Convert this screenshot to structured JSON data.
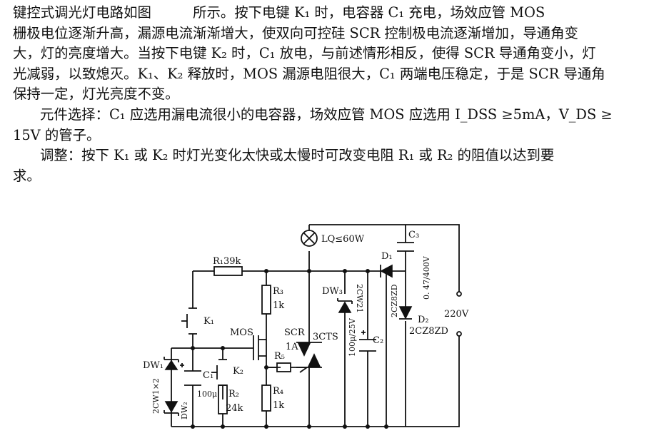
{
  "text": {
    "lines": [
      "键控式调光灯电路如图　　　所示。按下电键 K₁ 时，电容器 C₁ 充电，场效应管 MOS",
      "栅极电位逐渐升高，漏源电流渐渐增大，使双向可控硅 SCR 控制极电流逐渐增加，导通角变",
      "大，灯的亮度增大。当按下电键 K₂ 时，C₁ 放电，与前述情形相反，使得 SCR 导通角变小，灯",
      "光减弱，以致熄灭。K₁、K₂ 释放时，MOS 漏源电阻很大，C₁ 两端电压稳定，于是 SCR 导通角",
      "保持一定，灯光亮度不变。",
      "元件选择：C₁ 应选用漏电流很小的电容器，场效应管 MOS 应选用 I_DSS ≥5mA，V_DS ≥",
      "15V 的管子。",
      "调整：按下 K₁ 或 K₂ 时灯光变化太快或太慢时可改变电阻 R₁ 或 R₂ 的阻值以达到要",
      "求。"
    ]
  },
  "circuit": {
    "lamp": "LQ≤60W",
    "r1": "R₁39k",
    "r3": "R₃",
    "r3_val": "1k",
    "k1": "K₁",
    "mos": "MOS",
    "scr": "SCR",
    "scr_rating": "1A",
    "scr_type": "3CTS",
    "dw3": "DW₃",
    "dw3_type": "2CW21",
    "c2": "C₂",
    "c2_val": "100μ/25V",
    "c3": "C₃",
    "c3_val": "0. 47/400V",
    "d1": "D₁",
    "d1_type": "2CZ8ZD",
    "d2": "D₂",
    "d2_type": "2CZ8ZD",
    "mains": "220V",
    "dw1": "DW₁",
    "dw2": "DW₂",
    "dw_type": "2CW1×2",
    "c1": "C₁",
    "c1_val": "100μ",
    "k2": "K₂",
    "r2": "R₂",
    "r2_val": "24k",
    "r5": "R₅",
    "r4": "R₄",
    "r4_val": "1k"
  }
}
